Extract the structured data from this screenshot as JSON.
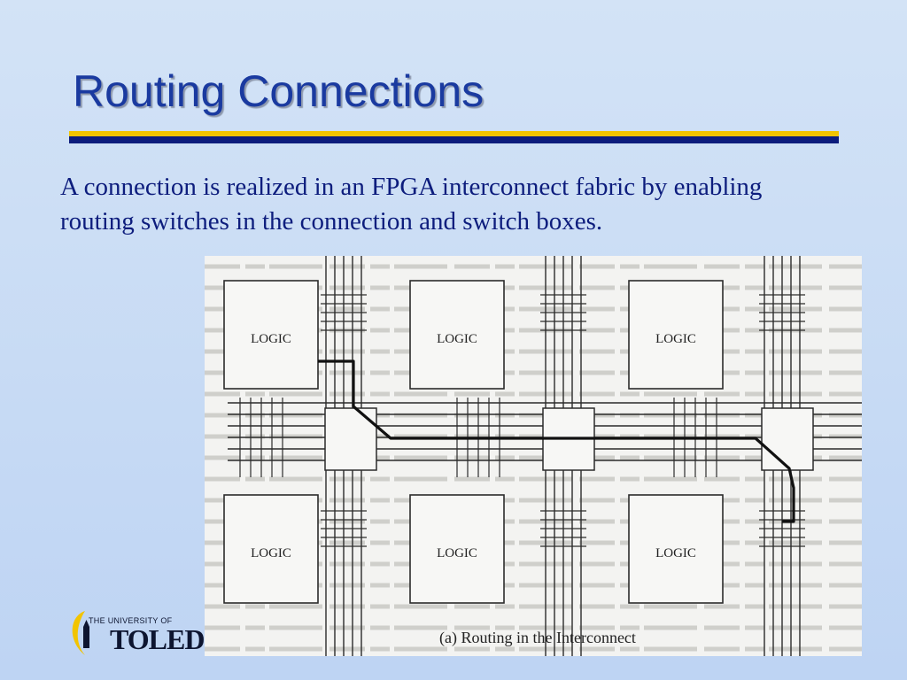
{
  "slide": {
    "title": "Routing Connections",
    "body": "A connection is realized in an FPGA interconnect fabric by enabling routing switches in the connection and switch boxes."
  },
  "figure": {
    "caption": "(a) Routing in the Interconnect",
    "logic_label": "LOGIC",
    "logic_blocks": [
      {
        "row": 0,
        "col": 0,
        "label": "LOGIC"
      },
      {
        "row": 0,
        "col": 1,
        "label": "LOGIC"
      },
      {
        "row": 0,
        "col": 2,
        "label": "LOGIC"
      },
      {
        "row": 1,
        "col": 0,
        "label": "LOGIC"
      },
      {
        "row": 1,
        "col": 1,
        "label": "LOGIC"
      },
      {
        "row": 1,
        "col": 2,
        "label": "LOGIC"
      }
    ]
  },
  "logo": {
    "small_text": "THE UNIVERSITY OF",
    "big_text": "TOLEDO",
    "colors": {
      "gold": "#f2c400",
      "navy": "#0d1530"
    }
  },
  "colors": {
    "title": "#1a3aa0",
    "text": "#0d1d7d",
    "rule_gold": "#f2c400",
    "rule_blue": "#0d1d7d"
  }
}
